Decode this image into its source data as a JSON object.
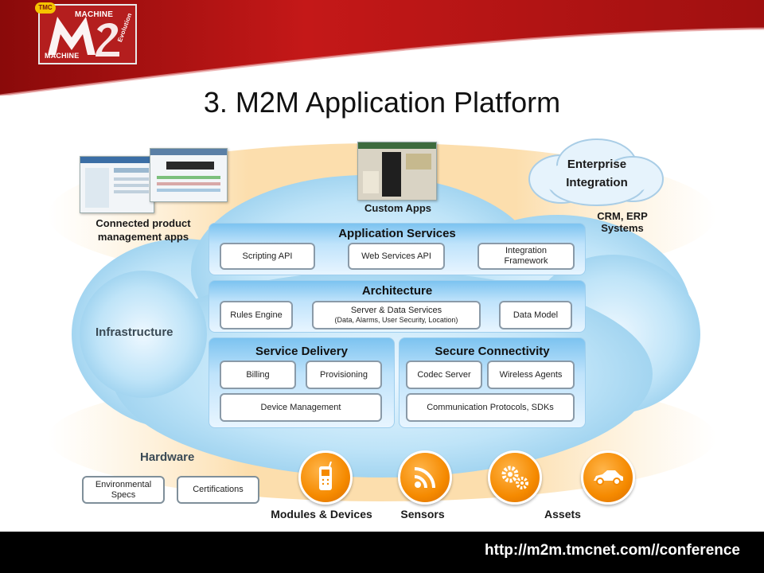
{
  "logo": {
    "badge": "TMC",
    "word_top": "MACHINE",
    "word_bottom": "MACHINE",
    "word_side": "Evolution"
  },
  "title": "3. M2M Application Platform",
  "top_items": {
    "connected_product": "Connected product management apps",
    "custom_apps": "Custom Apps",
    "enterprise": "Enterprise Integration",
    "crm_erp": "CRM, ERP Systems",
    "infrastructure": "Infrastructure",
    "hardware": "Hardware"
  },
  "application_services": {
    "title": "Application Services",
    "items": [
      "Scripting  API",
      "Web Services API",
      "Integration Framework"
    ]
  },
  "architecture": {
    "title": "Architecture",
    "rules_engine": "Rules Engine",
    "server_data": "Server & Data Services",
    "server_data_sub": "(Data, Alarms, User Security, Location)",
    "data_model": "Data Model"
  },
  "service_delivery": {
    "title": "Service Delivery",
    "billing": "Billing",
    "provisioning": "Provisioning",
    "device_management": "Device Management"
  },
  "secure_connectivity": {
    "title": "Secure Connectivity",
    "codec": "Codec Server",
    "wireless": "Wireless Agents",
    "protocols": "Communication  Protocols, SDKs"
  },
  "hardware_boxes": {
    "environmental": "Environmental Specs",
    "certifications": "Certifications"
  },
  "bottom_labels": {
    "modules": "Modules & Devices",
    "sensors": "Sensors",
    "assets": "Assets"
  },
  "footer_url": "http://m2m.tmcnet.com//conference",
  "colors": {
    "header_red": "#b41e1e",
    "cloud_blue": "#a9d8f1",
    "icon_orange": "#f58a00",
    "panel_blue": "#7cc3f0"
  },
  "icons": [
    "phone-icon",
    "wifi-signal-icon",
    "gears-icon",
    "car-icon"
  ]
}
